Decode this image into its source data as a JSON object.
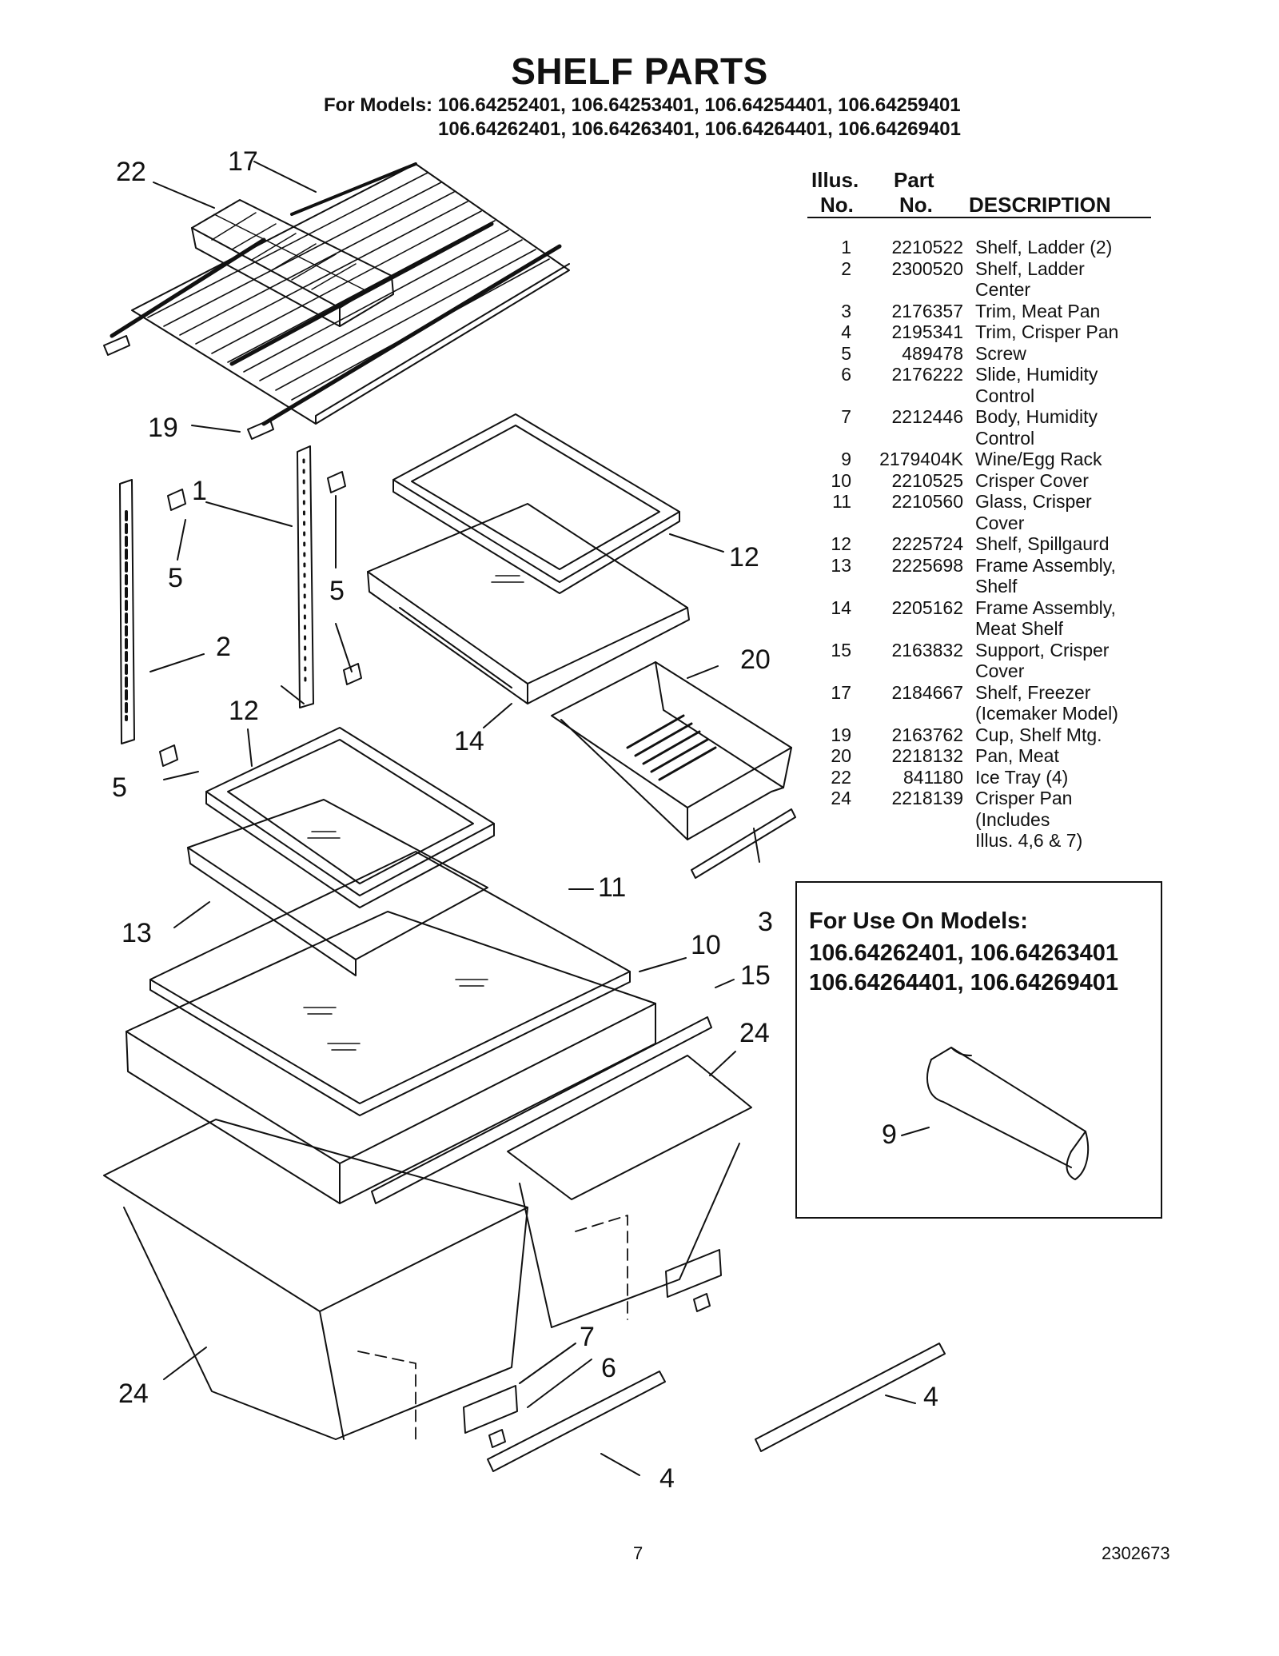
{
  "title": "SHELF PARTS",
  "models_line1": "For Models: 106.64252401, 106.64253401, 106.64254401, 106.64259401",
  "models_line2": "106.64262401, 106.64263401, 106.64264401, 106.64269401",
  "table": {
    "header_illus": "Illus.",
    "header_no": "No.",
    "header_part": "Part",
    "header_part_no": "No.",
    "header_desc": "DESCRIPTION",
    "rows": [
      {
        "illus": "1",
        "part": "2210522",
        "desc": [
          "Shelf, Ladder (2)"
        ]
      },
      {
        "illus": "2",
        "part": "2300520",
        "desc": [
          "Shelf, Ladder",
          "Center"
        ]
      },
      {
        "illus": "3",
        "part": "2176357",
        "desc": [
          "Trim, Meat Pan"
        ]
      },
      {
        "illus": "4",
        "part": "2195341",
        "desc": [
          "Trim, Crisper Pan"
        ]
      },
      {
        "illus": "5",
        "part": "489478",
        "desc": [
          "Screw"
        ]
      },
      {
        "illus": "6",
        "part": "2176222",
        "desc": [
          "Slide, Humidity",
          "Control"
        ]
      },
      {
        "illus": "7",
        "part": "2212446",
        "desc": [
          "Body, Humidity",
          "Control"
        ]
      },
      {
        "illus": "9",
        "part": "2179404K",
        "desc": [
          "Wine/Egg Rack"
        ]
      },
      {
        "illus": "10",
        "part": "2210525",
        "desc": [
          "Crisper Cover"
        ]
      },
      {
        "illus": "11",
        "part": "2210560",
        "desc": [
          "Glass, Crisper",
          "Cover"
        ]
      },
      {
        "illus": "12",
        "part": "2225724",
        "desc": [
          "Shelf, Spillgaurd"
        ]
      },
      {
        "illus": "13",
        "part": "2225698",
        "desc": [
          "Frame Assembly,",
          "Shelf"
        ]
      },
      {
        "illus": "14",
        "part": "2205162",
        "desc": [
          "Frame Assembly,",
          "Meat Shelf"
        ]
      },
      {
        "illus": "15",
        "part": "2163832",
        "desc": [
          "Support, Crisper",
          "Cover"
        ]
      },
      {
        "illus": "17",
        "part": "2184667",
        "desc": [
          "Shelf, Freezer",
          "(Icemaker Model)"
        ]
      },
      {
        "illus": "19",
        "part": "2163762",
        "desc": [
          "Cup, Shelf Mtg."
        ]
      },
      {
        "illus": "20",
        "part": "2218132",
        "desc": [
          "Pan, Meat"
        ]
      },
      {
        "illus": "22",
        "part": "841180",
        "desc": [
          "Ice Tray (4)"
        ]
      },
      {
        "illus": "24",
        "part": "2218139",
        "desc": [
          "Crisper Pan",
          "(Includes",
          " Illus. 4,6 & 7)"
        ]
      }
    ]
  },
  "inset": {
    "title": "For Use On Models:",
    "line1": "106.64262401, 106.64263401",
    "line2": "106.64264401, 106.64269401",
    "callout": "9"
  },
  "callouts": {
    "c22": "22",
    "c17": "17",
    "c19": "19",
    "c1": "1",
    "c5a": "5",
    "c5b": "5",
    "c5c": "5",
    "c2": "2",
    "c12a": "12",
    "c12b": "12",
    "c20": "20",
    "c14": "14",
    "c11": "11",
    "c13": "13",
    "c3": "3",
    "c10": "10",
    "c15": "15",
    "c24a": "24",
    "c24b": "24",
    "c7": "7",
    "c6": "6",
    "c4a": "4",
    "c4b": "4"
  },
  "footer": {
    "page": "7",
    "doc": "2302673"
  }
}
